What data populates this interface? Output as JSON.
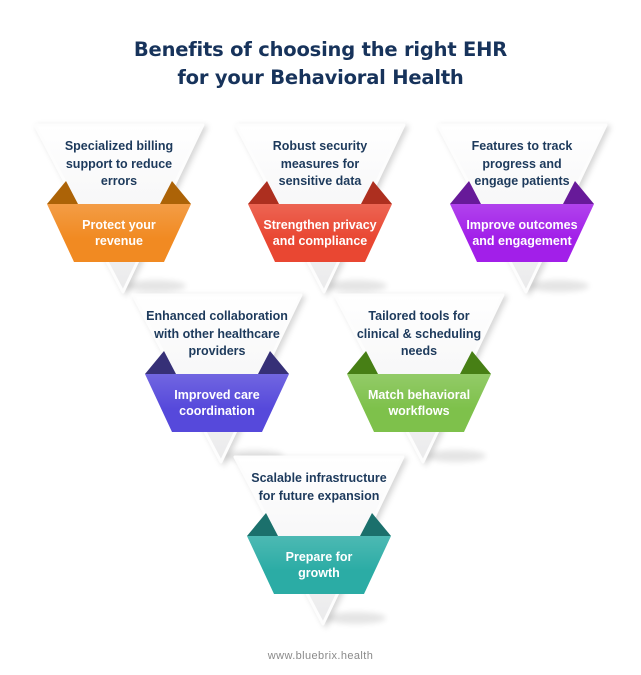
{
  "title": {
    "lines": [
      "Benefits of choosing the right EHR",
      "for your Behavioral Health"
    ],
    "color": "#17335B"
  },
  "funnels": [
    {
      "benefit_lines": [
        "Specialized billing",
        "support to reduce",
        "errors"
      ],
      "label_lines": [
        "Protect your",
        "revenue"
      ],
      "band_color": "#F18A22",
      "fold_color": "#AC6307"
    },
    {
      "benefit_lines": [
        "Robust security",
        "measures for",
        "sensitive data"
      ],
      "label_lines": [
        "Strengthen privacy",
        "and compliance"
      ],
      "band_color": "#E94732",
      "fold_color": "#AD2F1F"
    },
    {
      "benefit_lines": [
        "Features to track",
        "progress and",
        "engage patients"
      ],
      "label_lines": [
        "Improve outcomes",
        "and engagement"
      ],
      "band_color": "#A21FE9",
      "fold_color": "#671A99"
    },
    {
      "benefit_lines": [
        "Enhanced collaboration",
        "with other healthcare",
        "providers"
      ],
      "label_lines": [
        "Improved care",
        "coordination"
      ],
      "band_color": "#5649DB",
      "fold_color": "#363077"
    },
    {
      "benefit_lines": [
        "Tailored tools for",
        "clinical & scheduling",
        "needs"
      ],
      "label_lines": [
        "Match behavioral",
        "workflows"
      ],
      "band_color": "#7EC14B",
      "fold_color": "#477F15"
    },
    {
      "benefit_lines": [
        "Scalable infrastructure",
        "for future expansion"
      ],
      "label_lines": [
        "Prepare for",
        "growth"
      ],
      "band_color": "#2BACA5",
      "fold_color": "#1B706C"
    }
  ],
  "benefit_text_color": "#1D3A5C",
  "footer": {
    "website": "www.bluebrix.health"
  }
}
